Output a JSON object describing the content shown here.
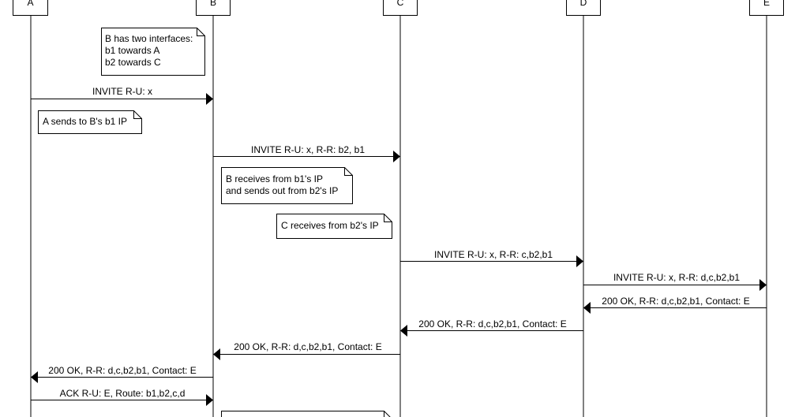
{
  "participants": [
    {
      "id": "A",
      "label": "A"
    },
    {
      "id": "B",
      "label": "B"
    },
    {
      "id": "C",
      "label": "C"
    },
    {
      "id": "D",
      "label": "D"
    },
    {
      "id": "E",
      "label": "E"
    }
  ],
  "notes": [
    {
      "lines": [
        "B has two interfaces:",
        "b1 towards A",
        "b2 towards C"
      ]
    },
    {
      "lines": [
        "A sends to B's b1 IP"
      ]
    },
    {
      "lines": [
        "B receives from b1's IP",
        "and sends out from b2's IP"
      ]
    },
    {
      "lines": [
        "C receives from b2's IP"
      ]
    },
    {
      "lines": []
    }
  ],
  "messages": [
    {
      "from": "A",
      "to": "B",
      "label": "INVITE R-U: x"
    },
    {
      "from": "B",
      "to": "C",
      "label": "INVITE R-U: x, R-R: b2, b1"
    },
    {
      "from": "C",
      "to": "D",
      "label": "INVITE R-U: x, R-R: c,b2,b1"
    },
    {
      "from": "D",
      "to": "E",
      "label": "INVITE R-U: x, R-R: d,c,b2,b1"
    },
    {
      "from": "E",
      "to": "D",
      "label": "200 OK, R-R: d,c,b2,b1, Contact: E"
    },
    {
      "from": "D",
      "to": "C",
      "label": "200 OK, R-R: d,c,b2,b1, Contact: E"
    },
    {
      "from": "C",
      "to": "B",
      "label": "200 OK, R-R: d,c,b2,b1, Contact: E"
    },
    {
      "from": "B",
      "to": "A",
      "label": "200 OK, R-R: d,c,b2,b1, Contact: E"
    },
    {
      "from": "A",
      "to": "B",
      "label": "ACK R-U: E, Route: b1,b2,c,d"
    }
  ]
}
